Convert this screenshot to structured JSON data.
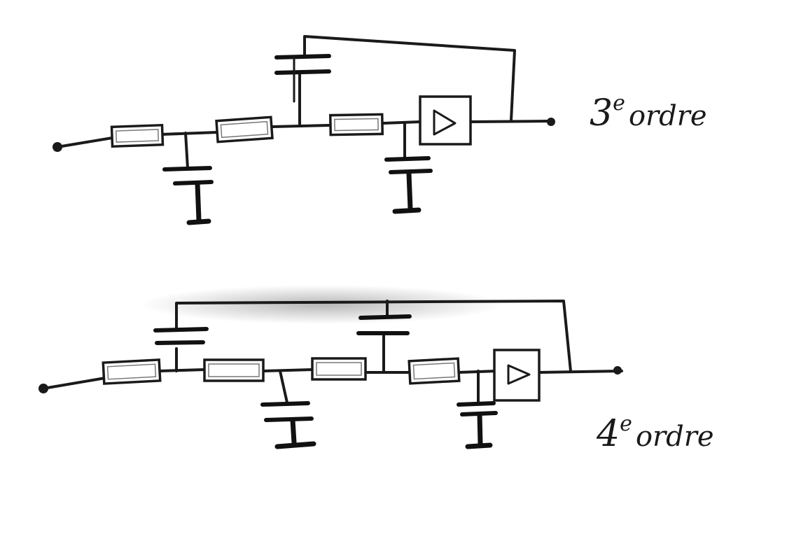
{
  "circuits": [
    {
      "order_num": "3",
      "order_sup": "e",
      "order_word": "ordre"
    },
    {
      "order_num": "4",
      "order_sup": "e",
      "order_word": "ordre"
    }
  ]
}
